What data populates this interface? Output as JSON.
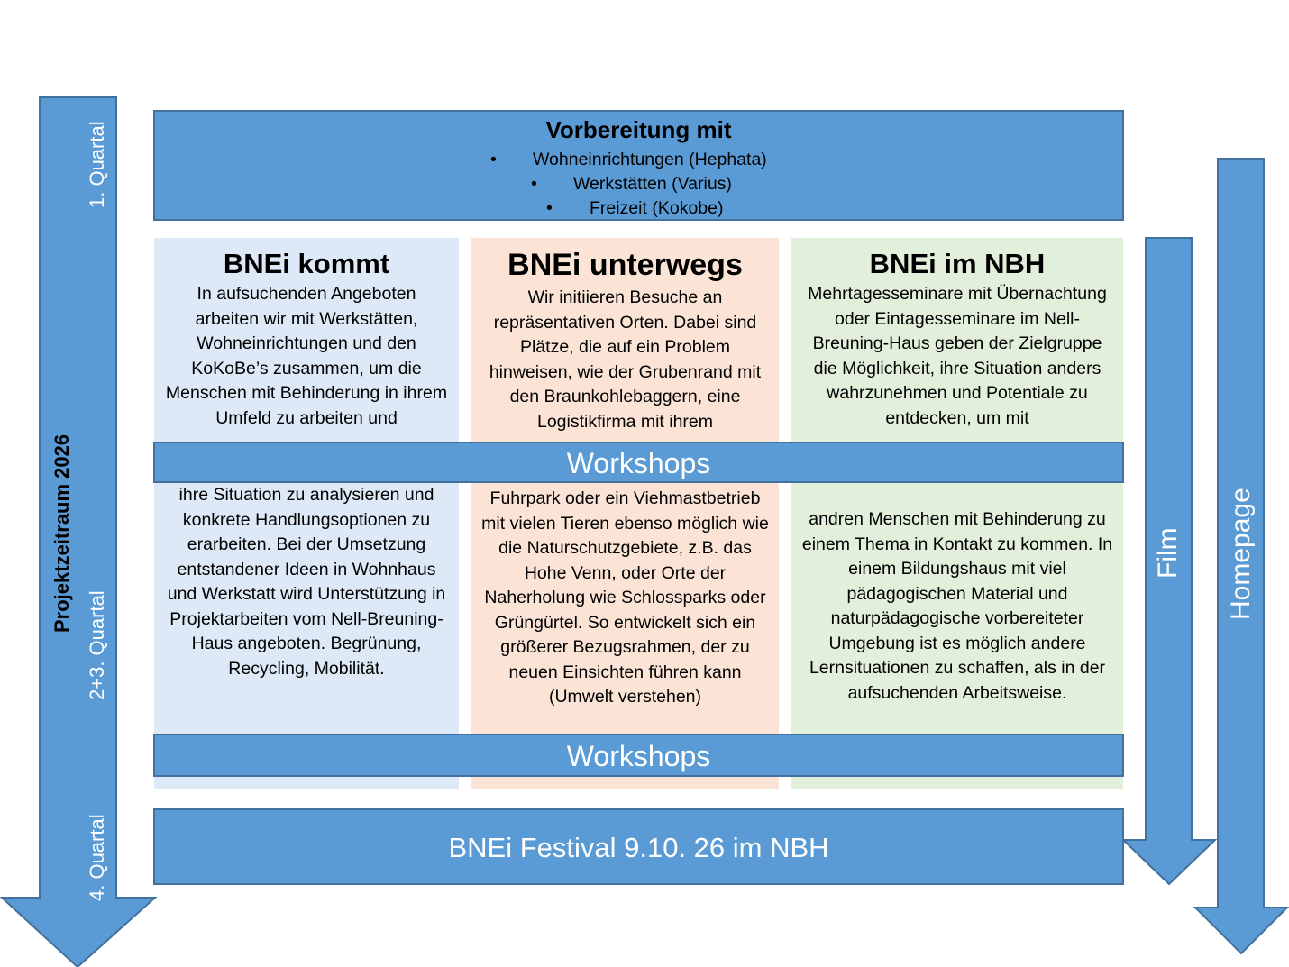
{
  "colors": {
    "blue": "#5b9bd5",
    "blue_border": "#41719c",
    "panel_left": "#dde9f6",
    "panel_mid": "#fbe4d5",
    "panel_right": "#e2efda"
  },
  "timeline": {
    "title": "Projektzeitraum 2026",
    "q1": "1. Quartal",
    "q23": "2+3. Quartal",
    "q4": "4. Quartal"
  },
  "prep": {
    "title": "Vorbereitung mit",
    "items": [
      "Wohneinrichtungen (Hephata)",
      "Werkstätten (Varius)",
      "Freizeit (Kokobe)"
    ]
  },
  "columns": [
    {
      "title": "BNEi kommt",
      "top_text": "In aufsuchenden Angeboten arbeiten wir mit Werkstätten, Wohneinrichtungen und den KoKoBe’s zusammen, um die Menschen mit Behinderung in ihrem Umfeld zu arbeiten und",
      "bottom_text": "ihre Situation zu analysieren und konkrete Handlungsoptionen zu erarbeiten. Bei der Umsetzung entstandener Ideen in Wohnhaus und Werkstatt wird Unterstützung in Projektarbeiten vom Nell-Breuning-Haus angeboten. Begrünung, Recycling, Mobilität."
    },
    {
      "title": "BNEi unterwegs",
      "top_text": "Wir initiieren Besuche an repräsentativen Orten. Dabei sind Plätze, die auf ein Problem hinweisen, wie der Grubenrand mit den Braunkohlebaggern, eine Logistikfirma mit ihrem",
      "bottom_text": "Fuhrpark oder ein Viehmastbetrieb mit vielen Tieren ebenso möglich wie die Naturschutzgebiete, z.B. das Hohe Venn, oder Orte der Naherholung wie Schlossparks oder Grüngürtel. So entwickelt sich ein größerer Bezugsrahmen, der zu neuen Einsichten führen kann (Umwelt verstehen)"
    },
    {
      "title": "BNEi im NBH",
      "top_text": "Mehrtagesseminare mit Übernachtung oder Eintagesseminare im Nell-Breuning-Haus geben der Zielgruppe die Möglichkeit, ihre Situation anders wahrzunehmen und Potentiale zu entdecken, um mit",
      "bottom_text": "andren Menschen mit Behinderung zu einem Thema in Kontakt zu kommen. In einem Bildungshaus mit viel pädagogischen Material und naturpädagogische vorbereiteter Umgebung ist es möglich andere Lernsituationen zu schaffen, als in der aufsuchenden Arbeitsweise."
    }
  ],
  "workshops_1": "Workshops",
  "workshops_2": "Workshops",
  "festival": "BNEi Festival 9.10. 26 im NBH",
  "film": "Film",
  "homepage": "Homepage"
}
